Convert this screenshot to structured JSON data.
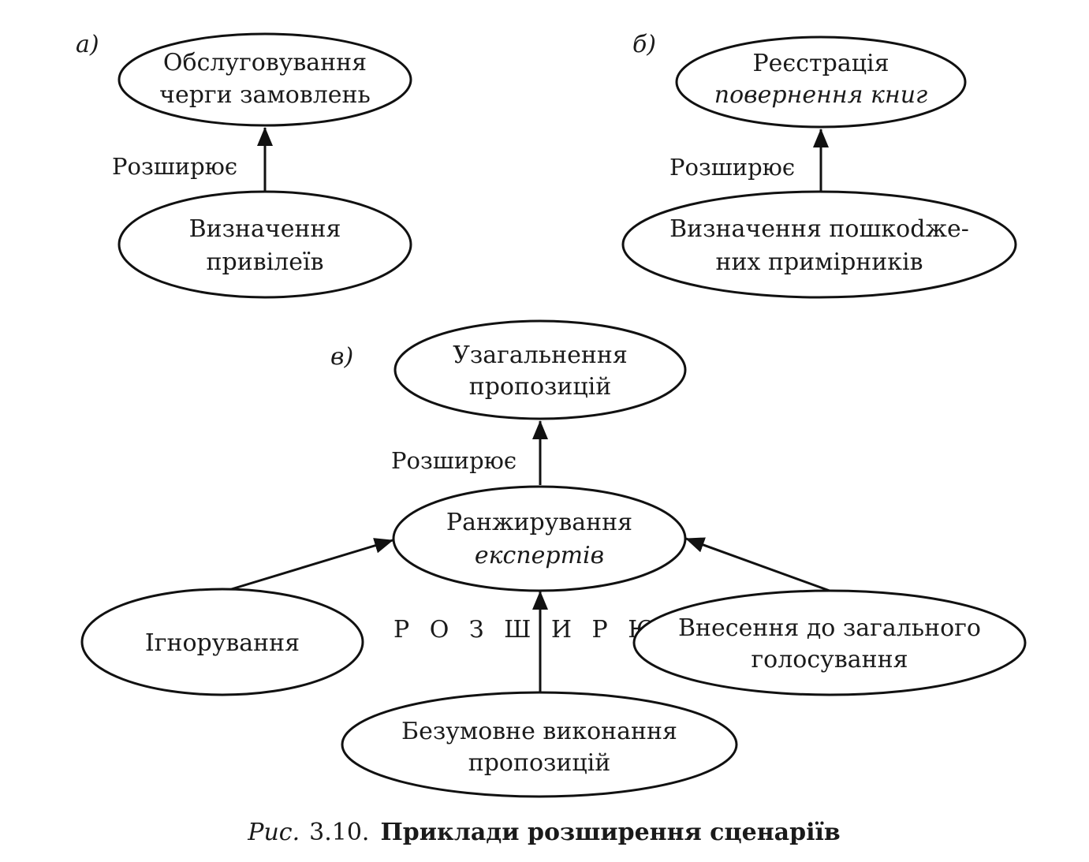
{
  "panels": {
    "a": {
      "label": "а)",
      "top_line1": "Обслуговування",
      "top_line2": "черги замовлень",
      "edge_label": "Розширює",
      "bottom_line1": "Визначення",
      "bottom_line2": "привілеїв"
    },
    "b": {
      "label": "б)",
      "top_line1": "Реєстрація",
      "top_line2": "повернення книг",
      "edge_label": "Розширює",
      "bottom_line1": "Визначення пошкodже-",
      "bottom_line2": "них примірників"
    },
    "c": {
      "label": "в)",
      "top_line1": "Узагальнення",
      "top_line2": "пропозицій",
      "edge_label": "Розширює",
      "middle_line1": "Ранжирування",
      "middle_line2": "експертів",
      "spaced_label": "Р О З Ш И Р Ю Є",
      "left_line1": "Ігнорування",
      "right_line1": "Внесення до загального",
      "right_line2": "голосування",
      "bottom_line1": "Безумовне виконання",
      "bottom_line2": "пропозицій"
    }
  },
  "caption": {
    "prefix": "Рис.",
    "number": "3.10.",
    "title": "Приклади розширення сценаріїв"
  }
}
